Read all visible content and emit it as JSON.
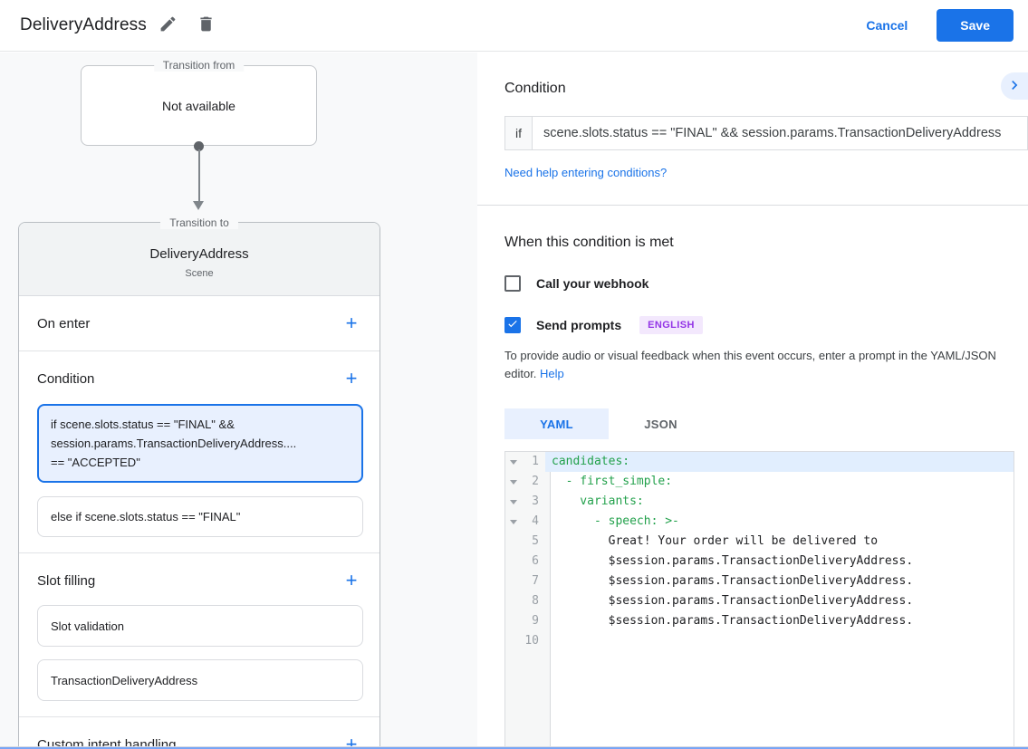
{
  "colors": {
    "accent_blue": "#1a73e8",
    "selected_bg": "#e8f0fe",
    "panel_bg": "#f8f9fa",
    "badge_purple": "#9334e6",
    "badge_purple_bg": "#f3e8fd",
    "code_green": "#23a14c"
  },
  "icons": {
    "plus": "+"
  },
  "header": {
    "title": "DeliveryAddress",
    "cancel_label": "Cancel",
    "save_label": "Save"
  },
  "flow": {
    "transition_from": {
      "legend": "Transition from",
      "value": "Not available"
    },
    "transition_to": {
      "legend": "Transition to",
      "name": "DeliveryAddress",
      "type": "Scene"
    },
    "sections": {
      "on_enter": {
        "label": "On enter"
      },
      "condition": {
        "label": "Condition",
        "cards": [
          {
            "lines": [
              "if scene.slots.status == \"FINAL\" &&",
              "session.params.TransactionDeliveryAddress....",
              "== \"ACCEPTED\""
            ]
          },
          {
            "lines": [
              "else if scene.slots.status == \"FINAL\""
            ]
          }
        ]
      },
      "slot_filling": {
        "label": "Slot filling",
        "cards": [
          "Slot validation",
          "TransactionDeliveryAddress"
        ]
      },
      "custom_intent": {
        "label": "Custom intent handling"
      }
    }
  },
  "panel": {
    "condition_title": "Condition",
    "if_label": "if",
    "if_value": "scene.slots.status == \"FINAL\" && session.params.TransactionDeliveryAddress",
    "help_link": "Need help entering conditions?",
    "when_met_title": "When this condition is met",
    "webhook_label": "Call your webhook",
    "prompts_label": "Send prompts",
    "language_badge": "ENGLISH",
    "feedback_text": "To provide audio or visual feedback when this event occurs, enter a prompt in the YAML/JSON editor. ",
    "help_label": "Help",
    "tabs": {
      "yaml": "YAML",
      "json": "JSON"
    },
    "editor": {
      "lines": [
        {
          "num": "1",
          "text": "candidates:"
        },
        {
          "num": "2",
          "text": "  - first_simple:"
        },
        {
          "num": "3",
          "text": "    variants:"
        },
        {
          "num": "4",
          "text": "      - speech: >-"
        },
        {
          "num": "5",
          "text": "        Great! Your order will be delivered to"
        },
        {
          "num": "6",
          "text": "        $session.params.TransactionDeliveryAddress."
        },
        {
          "num": "7",
          "text": "        $session.params.TransactionDeliveryAddress."
        },
        {
          "num": "8",
          "text": "        $session.params.TransactionDeliveryAddress."
        },
        {
          "num": "9",
          "text": "        $session.params.TransactionDeliveryAddress."
        },
        {
          "num": "10",
          "text": ""
        }
      ]
    }
  }
}
